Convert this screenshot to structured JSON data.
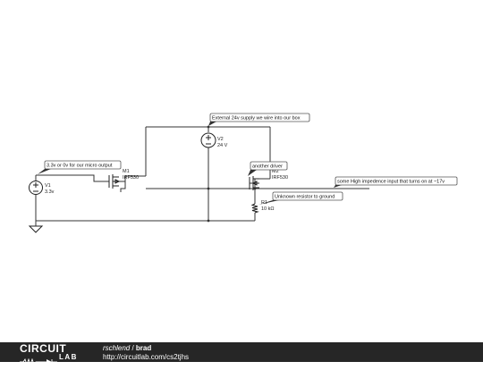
{
  "components": {
    "v1": {
      "name": "V1",
      "value": "3.3v"
    },
    "v2": {
      "name": "V2",
      "value": "24 V"
    },
    "m1": {
      "name": "M1",
      "model": "IRF530"
    },
    "m2": {
      "name": "M2",
      "model": "IRF530"
    },
    "r1": {
      "name": "R1",
      "value": "10 kΩ"
    }
  },
  "notes": {
    "supply": "External 24v supply we wire into our box",
    "micro": "3.3v or 0v for our micro output",
    "driver": "another driver",
    "input": "some High impedence input that turns on at ~17v",
    "resistor": "Unknown resistor to ground"
  },
  "footer": {
    "logo_top": "CIRCUIT",
    "logo_bottom": "LAB",
    "user": "rschlend",
    "separator": " / ",
    "circuit_name": "brad",
    "url": "http://circuitlab.com/cs2tjhs"
  }
}
